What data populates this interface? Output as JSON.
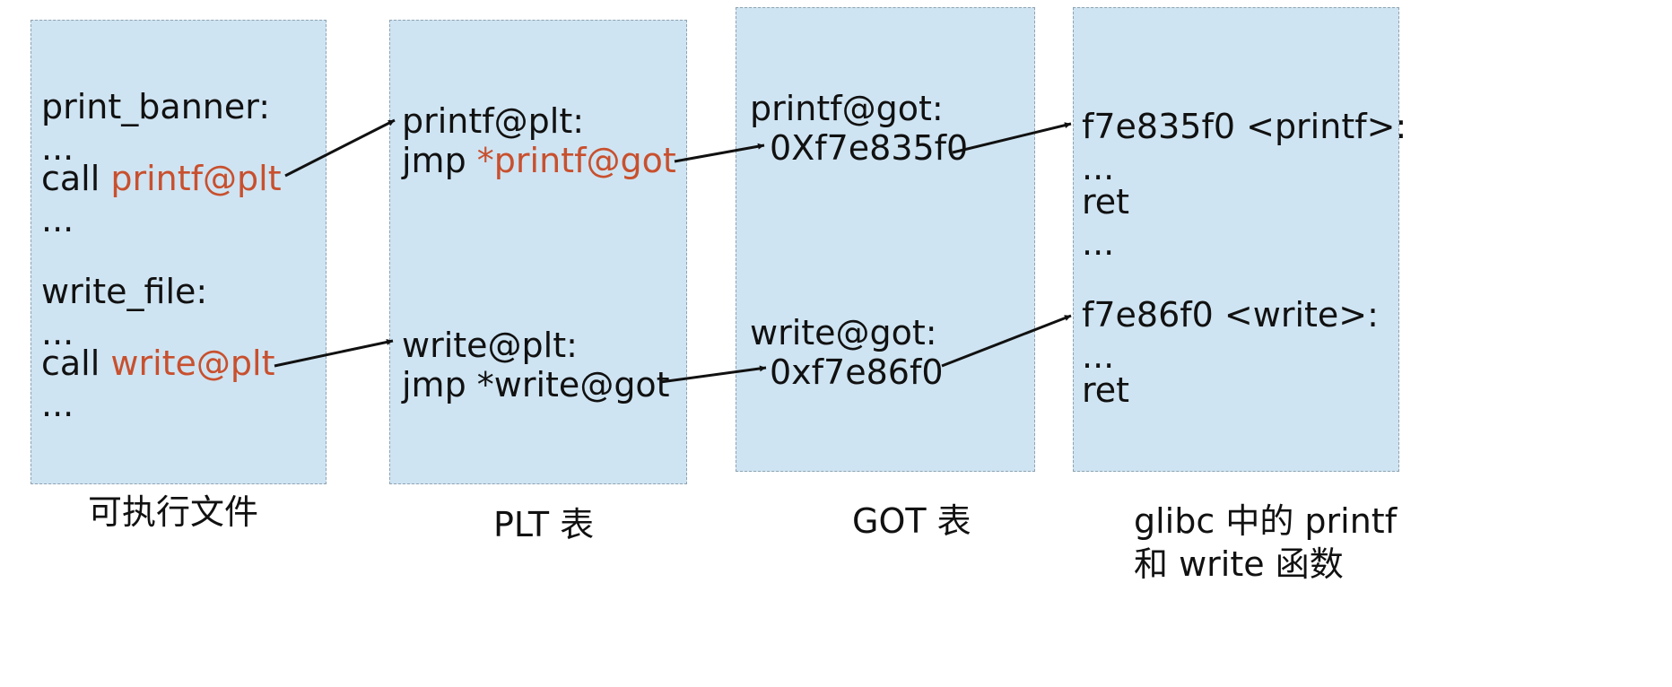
{
  "colors": {
    "box_fill": "#cfe4f2",
    "highlight": "#c8502e",
    "text": "#111111",
    "arrow": "#111111"
  },
  "executable": {
    "print_banner": "print_banner:",
    "dots1": "...",
    "call1_prefix": "call ",
    "call1_target": "printf@plt",
    "dots2": "...",
    "write_file": "write_file:",
    "dots3": "...",
    "call2_prefix": "call ",
    "call2_target": "write@plt",
    "dots4": "...",
    "caption": "可执行文件"
  },
  "plt": {
    "printf_label": "printf@plt:",
    "jmp1_prefix": "jmp ",
    "jmp1_target": "*printf@got",
    "write_label": "write@plt:",
    "jmp2": "jmp *write@got",
    "caption": "PLT 表"
  },
  "got": {
    "printf_label": "printf@got:",
    "printf_addr": "0Xf7e835f0",
    "write_label": "write@got:",
    "write_addr": "0xf7e86f0",
    "caption": "GOT 表"
  },
  "glibc": {
    "printf_head": "f7e835f0 <printf>:",
    "dots1": "...",
    "ret1": "ret",
    "dots2": "...",
    "write_head": "f7e86f0 <write>:",
    "dots3": "...",
    "ret2": "ret",
    "caption_line1": "glibc 中的 printf",
    "caption_line2": "和 write 函数"
  }
}
